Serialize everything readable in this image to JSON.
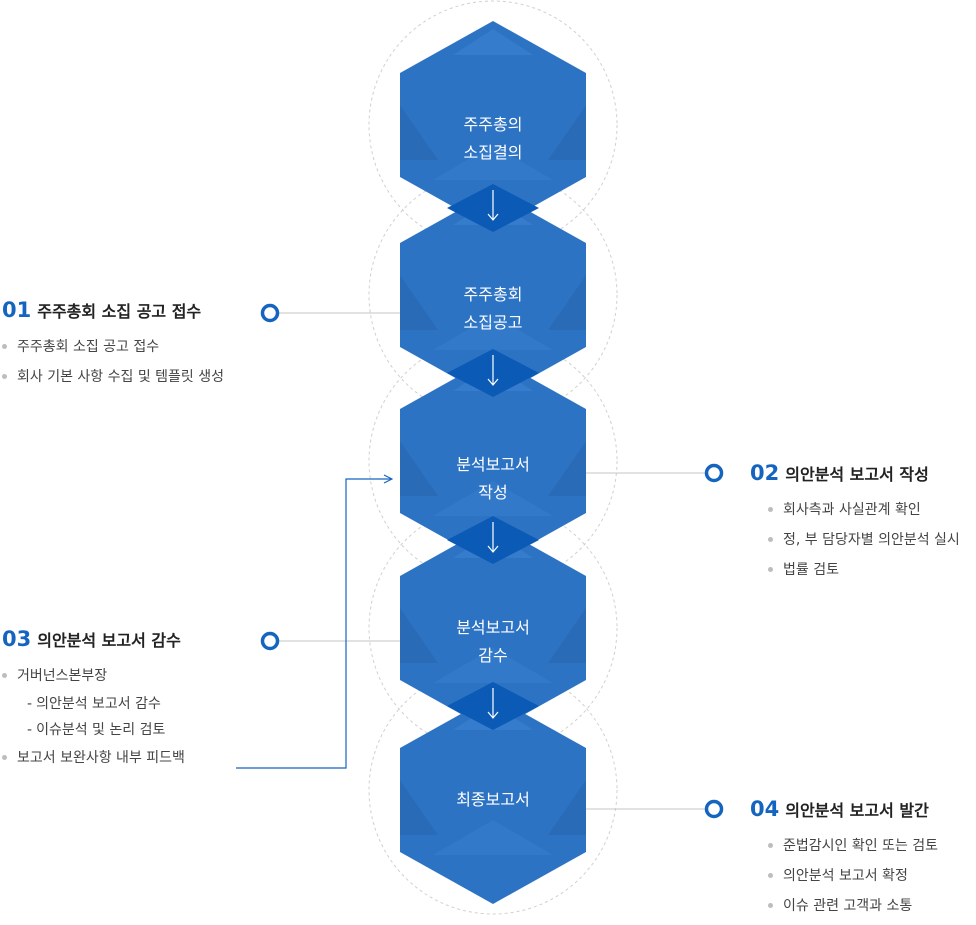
{
  "colors": {
    "hex_blue": "#2d73c4",
    "hex_blue_light": "#4388d6",
    "diamond_blue": "#0b5ab5",
    "accent": "#1565c0",
    "connector_gray": "#c4c4c4",
    "dashed_circle": "#d0d0d0"
  },
  "process": [
    {
      "label": "주주총의\n소집결의"
    },
    {
      "label": "주주총회\n소집공고"
    },
    {
      "label": "분석보고서\n작성"
    },
    {
      "label": "분석보고서\n감수"
    },
    {
      "label": "최종보고서"
    }
  ],
  "steps": [
    {
      "num": "01",
      "title": "주주총회 소집 공고 접수",
      "items": [
        "주주총회 소집 공고 접수",
        "회사 기본 사항 수집 및 템플릿 생성"
      ]
    },
    {
      "num": "02",
      "title": "의안분석 보고서 작성",
      "items": [
        "회사측과 사실관계 확인",
        "정, 부 담당자별 의안분석 실시",
        "법률 검토"
      ]
    },
    {
      "num": "03",
      "title": "의안분석 보고서 감수",
      "items": [
        "거버넌스본부장",
        "보고서 보완사항 내부 피드백"
      ],
      "subitems": [
        "의안분석 보고서 감수",
        "이슈분석 및 논리 검토"
      ]
    },
    {
      "num": "04",
      "title": "의안분석 보고서 발간",
      "items": [
        "준법감시인 확인 또는 검토",
        "의안분석 보고서 확정",
        "이슈 관련 고객과 소통"
      ]
    }
  ],
  "sub_dash": "-"
}
